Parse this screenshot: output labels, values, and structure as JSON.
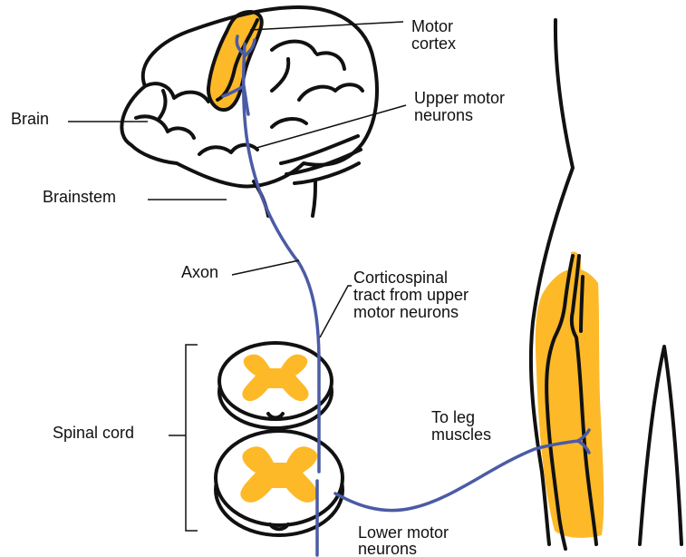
{
  "colors": {
    "accent": "#FDB927",
    "neuron": "#4B5BA6",
    "outline": "#111111",
    "background": "#FFFFFF"
  },
  "labels": {
    "motor_cortex": [
      "Motor",
      "cortex"
    ],
    "brain": "Brain",
    "upper_motor_neurons": [
      "Upper motor",
      "neurons"
    ],
    "brainstem": "Brainstem",
    "axon": "Axon",
    "corticospinal": [
      "Corticospinal",
      "tract from upper",
      "motor neurons"
    ],
    "spinal_cord": "Spinal cord",
    "to_leg_muscles": [
      "To leg",
      "muscles"
    ],
    "lower_motor_neurons": [
      "Lower motor",
      "neurons"
    ]
  }
}
